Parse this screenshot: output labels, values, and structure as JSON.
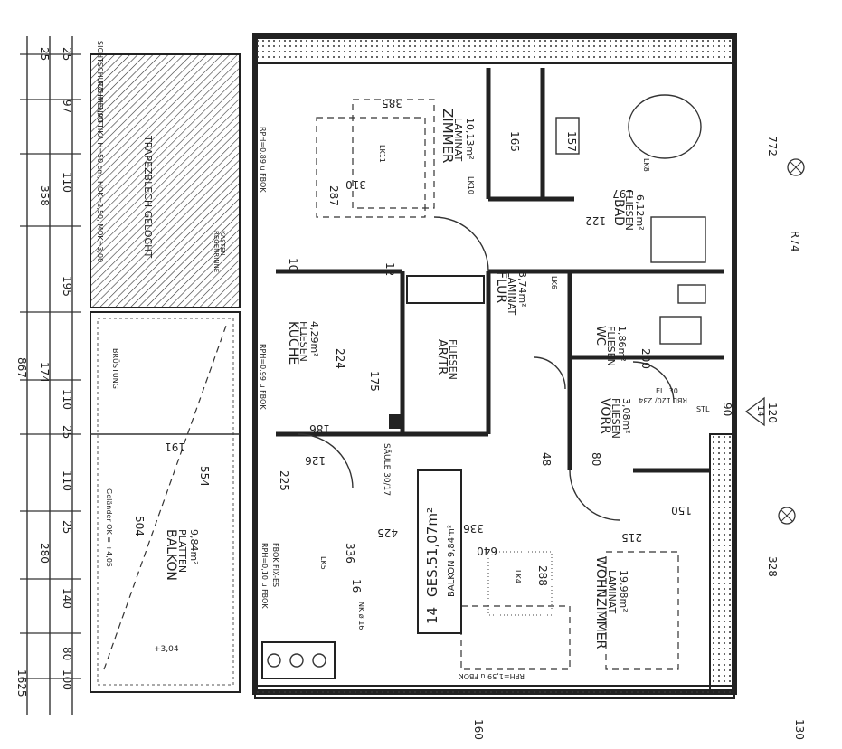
{
  "rooms": {
    "zimmer": {
      "name": "ZIMMER",
      "floor": "LAMINAT",
      "area": "10,13m²"
    },
    "bad": {
      "name": "BAD",
      "floor": "FLIESEN",
      "area": "6,12m²"
    },
    "flur": {
      "name": "FLUR",
      "floor": "LAMINAT",
      "area": "3,74m²"
    },
    "kueche": {
      "name": "KÜCHE",
      "floor": "FLIESEN",
      "area": "4,29m²"
    },
    "wc": {
      "name": "WC",
      "floor": "FLIESEN",
      "area": "1,86m²"
    },
    "vorr": {
      "name": "VORR",
      "floor": "FLIESEN",
      "area": "3,08m²"
    },
    "ar_tr": {
      "name": "AR/TR",
      "floor": "FLIESEN"
    },
    "wohn": {
      "name": "WOHNZIMMER",
      "floor": "LAMINAT",
      "area": "19,98m²"
    },
    "balkon": {
      "name": "BALKON",
      "floor": "PLATTEN",
      "area": "9,84m²"
    }
  },
  "summary": {
    "unit": "14",
    "total": "GES.51,07m²",
    "balkon": "BALKON 9,84m²"
  },
  "labels": {
    "trapez": "TRAPEZBLECH GELOCHT",
    "rahmen": "RAHMEN/ATTIKA H=50 cm, HOK=2,50, MOK=3,00",
    "sichtschutz": "SICHTSCHUTZ H=1,90",
    "regenrinne": "REGENRINNE",
    "kasten": "KASTEN",
    "brustung": "BRÜSTUNG",
    "gelaender": "Geländer OK = +4,05",
    "saule": "SÄULE 30/17",
    "niveau": "+3,04",
    "fbok": "RPH=1,59 u FBOK",
    "rph_zimmer": "RPH=0,89 u FBOK",
    "rph_kueche": "RPH=0,99 u FBOK",
    "rph_wohn": "RPH=0,10 u FBOK",
    "fbok_fix": "FBOK FIX-ES",
    "rbl": "RBL 120/ 234",
    "stl": "STL",
    "eli": "EL. 30",
    "r74": "R74",
    "d14": "14"
  },
  "dims": {
    "left": [
      "25",
      "25",
      "97",
      "110",
      "358",
      "195",
      "867",
      "174",
      "110",
      "25",
      "110",
      "25",
      "280",
      "140",
      "80",
      "100",
      "1625"
    ],
    "zimmer": [
      "385",
      "165",
      "157",
      "287",
      "310",
      "197",
      "122"
    ],
    "kueche": [
      "224",
      "175",
      "186",
      "191",
      "126",
      "225"
    ],
    "wohn": [
      "504",
      "554",
      "425",
      "336",
      "336",
      "640",
      "288",
      "215",
      "150",
      "328"
    ],
    "misc": [
      "772",
      "120",
      "90",
      "200",
      "48",
      "16",
      "10",
      "12",
      "80",
      "130",
      "160"
    ]
  },
  "codes": [
    "LK10",
    "LK11",
    "LK4",
    "LK5",
    "LK6",
    "LK8",
    "NK ø 16"
  ]
}
